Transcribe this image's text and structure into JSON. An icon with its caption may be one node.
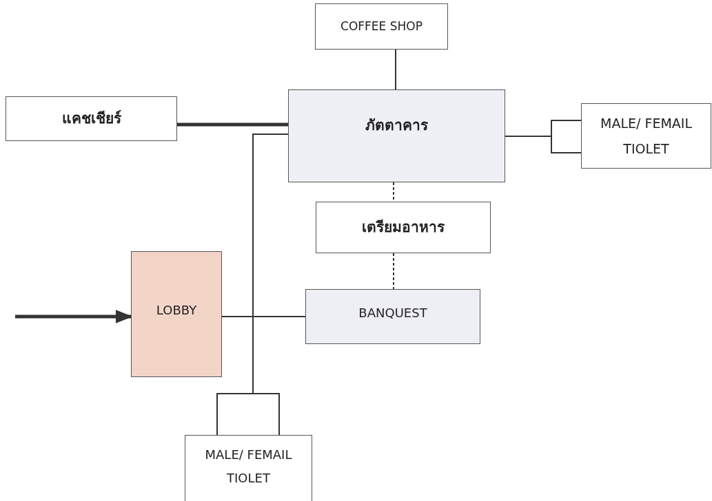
{
  "diagram": {
    "nodes": [
      {
        "text": [
          "COFFEE SHOP"
        ]
      },
      {
        "text": [
          "แคชเชียร์"
        ]
      },
      {
        "text": [
          "ภัตตาคาร"
        ]
      },
      {
        "text": [
          "MALE/ FEMAIL TIOLET"
        ]
      },
      {
        "text": [
          "เตรียมอาหาร"
        ]
      },
      {
        "text": [
          "LOBBY"
        ]
      },
      {
        "text": [
          "BANQUEST"
        ]
      },
      {
        "text": [
          "MALE/ FEMAIL TIOLET"
        ]
      }
    ],
    "edges": [
      {
        "from": 0,
        "to": 2,
        "arrow": "none"
      },
      {
        "from": 1,
        "to": 2,
        "arrow": "none",
        "style": "thick"
      },
      {
        "from": 2,
        "to": 3,
        "arrow": "none"
      },
      {
        "from": 2,
        "to": 4,
        "arrow": "none",
        "style": "dashed"
      },
      {
        "from": 4,
        "to": 6,
        "arrow": "none",
        "style": "dashed"
      },
      {
        "from": null,
        "to": 5,
        "arrow": "to",
        "style": "thick"
      },
      {
        "from": 5,
        "to": 6,
        "arrow": "none"
      },
      {
        "from": 2,
        "to": 7,
        "arrow": "none"
      }
    ]
  }
}
